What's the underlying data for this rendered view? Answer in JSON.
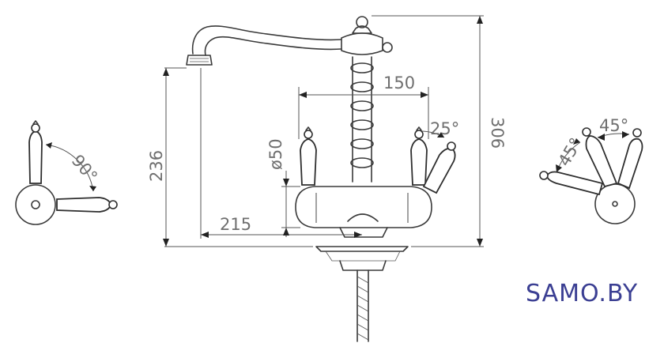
{
  "dimensions": {
    "spout_height": "236",
    "total_height": "306",
    "spout_reach": "215",
    "handle_spacing": "150",
    "body_diameter": "ø50",
    "handle_tilt": "25°",
    "left_rotation": "90°",
    "right_rotation_a": "45°",
    "right_rotation_b": "45°"
  },
  "brand": {
    "logo_text": "SAMO.BY",
    "color": "#3b3f93"
  },
  "colors": {
    "line": "#3a3a3a",
    "dimension_text": "#6f6f6f"
  }
}
